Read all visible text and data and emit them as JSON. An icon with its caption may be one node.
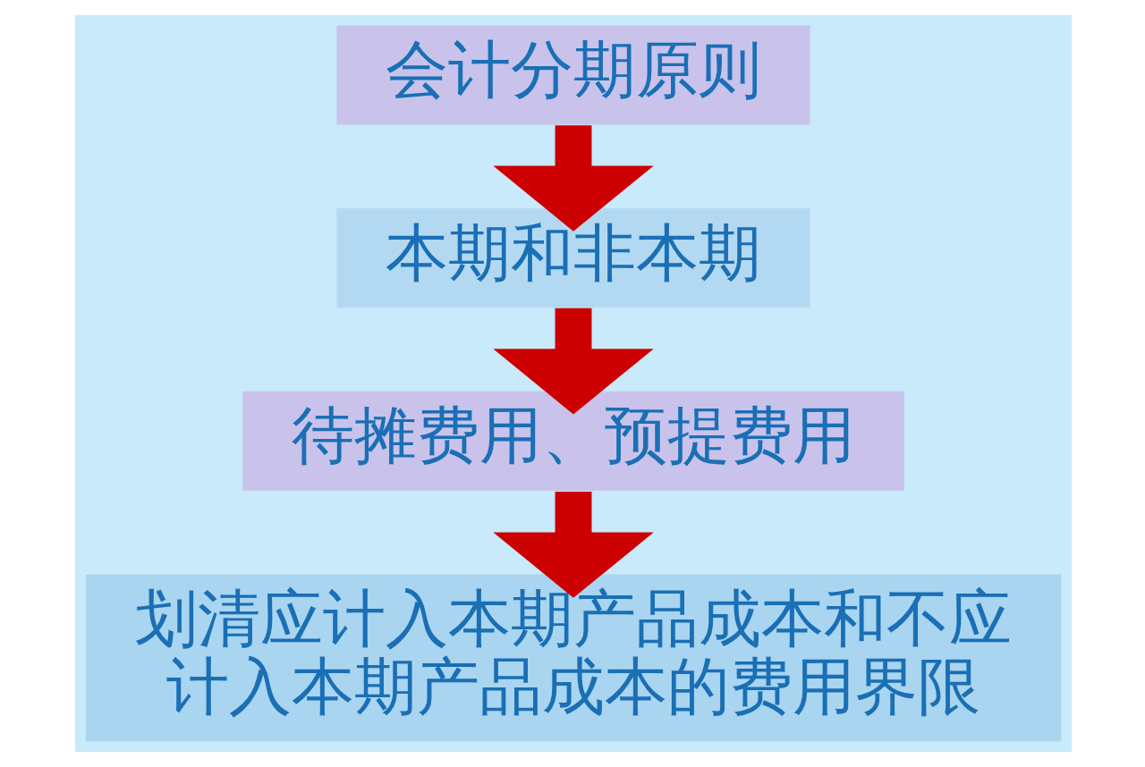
{
  "diagram": {
    "nodes": [
      {
        "text": [
          "会计分期原则"
        ]
      },
      {
        "text": [
          "本期和非本期"
        ]
      },
      {
        "text": [
          "待摊费用、预提费用"
        ]
      },
      {
        "text": [
          "划清应计入本期产品成本和不应计入本期产品成本的费用界限"
        ]
      }
    ],
    "edges": [
      {
        "from": 0,
        "to": 1,
        "arrow": "to"
      },
      {
        "from": 1,
        "to": 2,
        "arrow": "to"
      },
      {
        "from": 2,
        "to": 3,
        "arrow": "to"
      }
    ]
  }
}
